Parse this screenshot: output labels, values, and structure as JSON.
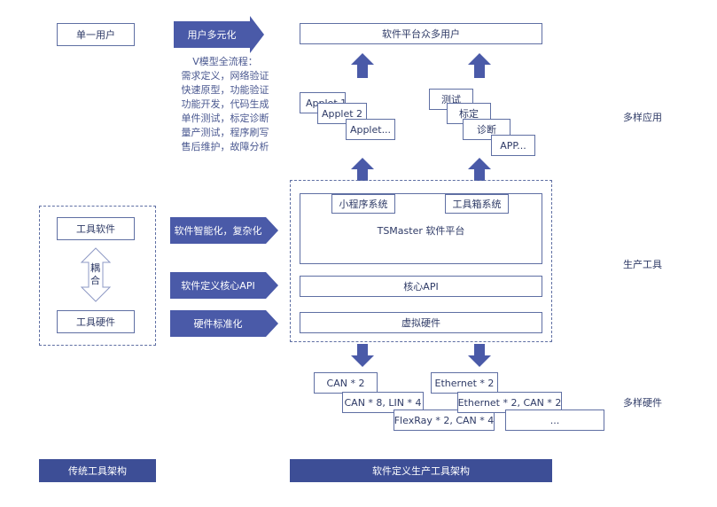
{
  "left": {
    "single_user": "单一用户",
    "tool_software": "工具软件",
    "tool_hardware": "工具硬件",
    "coupling": "耦合",
    "footer": "传统工具架构"
  },
  "arrows": {
    "multi_user": "用户多元化",
    "smart": "软件智能化，复杂化",
    "api": "软件定义核心API",
    "hw_std": "硬件标准化"
  },
  "vmodel": {
    "title": "V模型全流程：",
    "lines": [
      "需求定义，网络验证",
      "快速原型，功能验证",
      "功能开发，代码生成",
      "单件测试，标定诊断",
      "量产测试，程序刷写",
      "售后维护，故障分析"
    ]
  },
  "right": {
    "platform_users": "软件平台众多用户",
    "applets": [
      "Applet 1",
      "Applet 2",
      "Applet..."
    ],
    "tools": [
      "测试",
      "标定",
      "诊断",
      "APP..."
    ],
    "mini_program": "小程序系统",
    "toolbox": "工具箱系统",
    "tsmaster": "TSMaster 软件平台",
    "core_api": "核心API",
    "virtual_hw": "虚拟硬件",
    "hw": [
      "CAN * 2",
      "CAN * 8, LIN * 4",
      "FlexRay * 2, CAN * 4",
      "Ethernet * 2",
      "Ethernet * 2, CAN * 2",
      "..."
    ],
    "footer": "软件定义生产工具架构"
  },
  "side_labels": {
    "apps": "多样应用",
    "tools": "生产工具",
    "hardware": "多样硬件"
  },
  "colors": {
    "accent": "#4a5aa8",
    "border": "#5f6fa3",
    "footer": "#3d4e96"
  }
}
